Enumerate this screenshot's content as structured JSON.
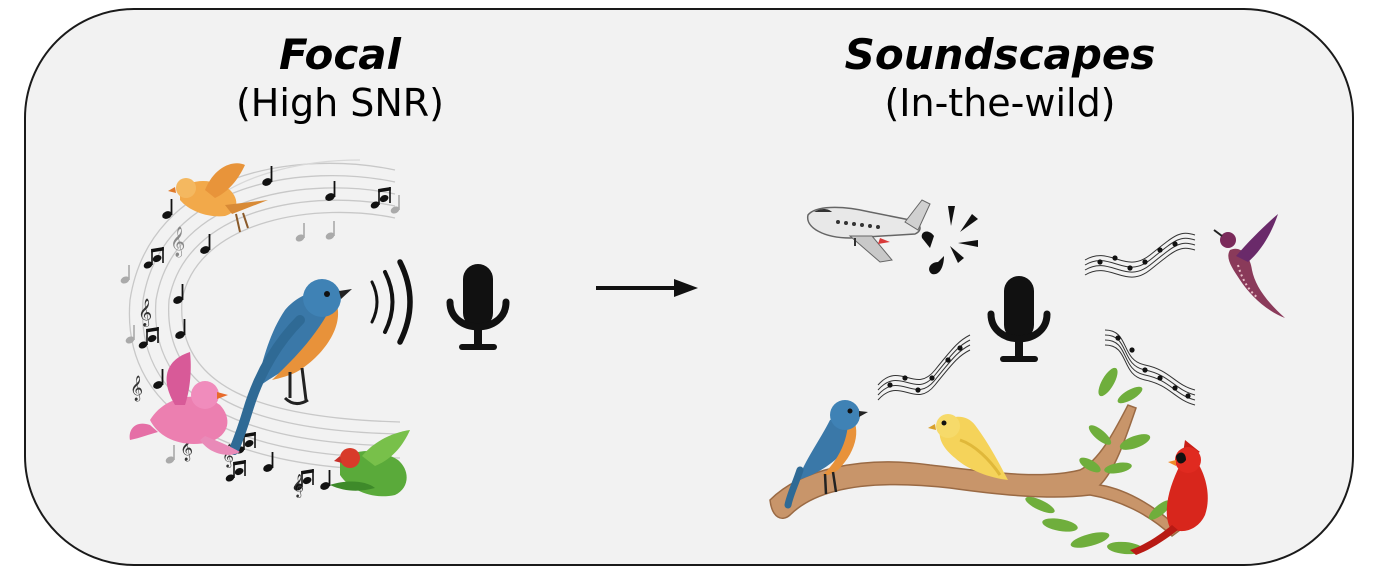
{
  "focal": {
    "title": "Focal",
    "subtitle": "(High SNR)"
  },
  "soundscapes": {
    "title": "Soundscapes",
    "subtitle": "(In-the-wild)"
  },
  "colors": {
    "panel_bg": "#f2f2f2",
    "border": "#1a1a1a",
    "bluebird": "#3a78a8",
    "bluebird_breast": "#e8923a",
    "pink_bird": "#ec7fb0",
    "orange_bird": "#f2a94a",
    "parrot_green": "#5aaa3a",
    "yellow_bird": "#f5d35a",
    "cardinal_red": "#d8261c",
    "branch": "#c8956a",
    "leaf": "#6fae3c",
    "hummingbird": "#8a3a5a"
  },
  "icons": [
    "music-swirl-icon",
    "sound-waves-icon",
    "microphone-icon",
    "arrow-icon",
    "airplane-icon",
    "noise-burst-icon",
    "music-staff-icon",
    "tree-branch-icon"
  ]
}
